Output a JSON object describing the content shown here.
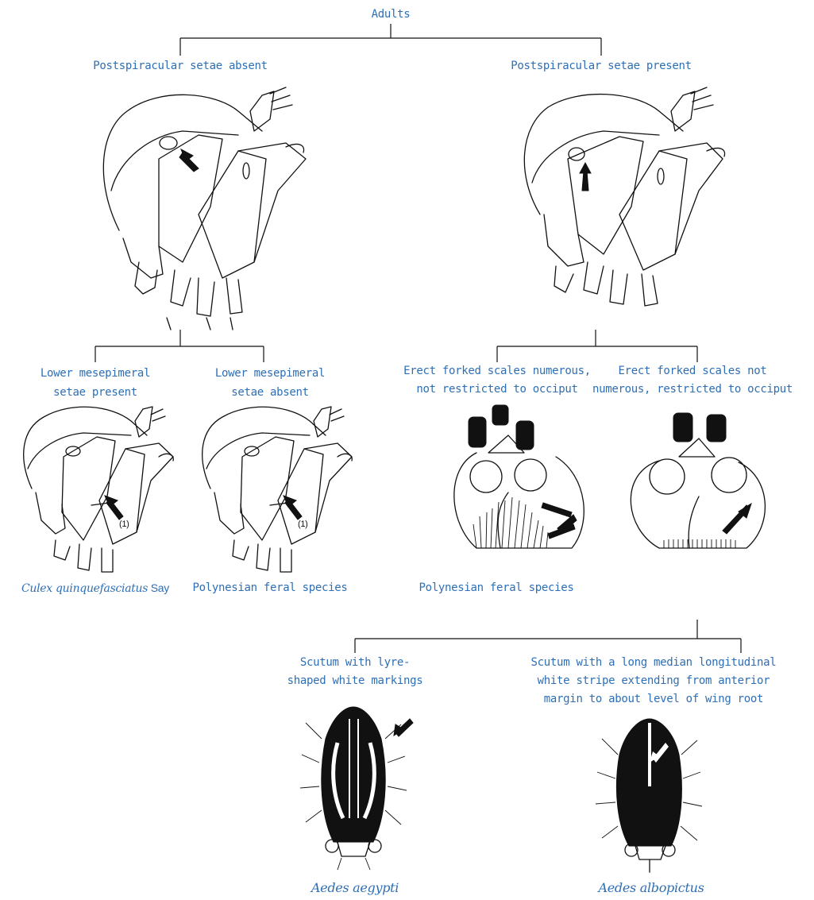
{
  "root": {
    "label": "Adults"
  },
  "branch_left": {
    "label": "Postspiracular setae absent",
    "children": [
      {
        "lines": [
          "Lower mesepimeral",
          "setae present"
        ],
        "result": "Culex quinquefasciatus",
        "result_suffix": " Say",
        "marker": "(1)"
      },
      {
        "lines": [
          "Lower mesepimeral",
          "setae absent"
        ],
        "result": "Polynesian feral species",
        "marker": "(1)"
      }
    ]
  },
  "branch_right": {
    "label": "Postspiracular setae present",
    "children": [
      {
        "lines": [
          "Erect forked scales numerous,",
          "not restricted to occiput"
        ],
        "result": "Polynesian feral species"
      },
      {
        "lines": [
          "Erect forked scales not",
          "numerous, restricted to occiput"
        ]
      }
    ]
  },
  "scutum": {
    "children": [
      {
        "lines": [
          "Scutum with lyre-",
          "shaped white markings"
        ],
        "result": "Aedes aegypti"
      },
      {
        "lines": [
          "Scutum with a long median longitudinal",
          "white stripe extending from anterior",
          "margin to about level of wing root"
        ],
        "result": "Aedes albopictus"
      }
    ]
  },
  "colors": {
    "label_text": "#2e6fb5",
    "line": "#111111"
  }
}
